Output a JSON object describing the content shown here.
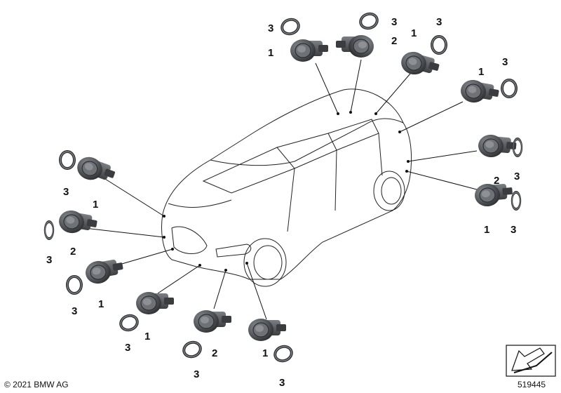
{
  "diagram": {
    "callout_1": "1",
    "callout_2": "2",
    "callout_3": "3",
    "copyright": "© 2021 BMW AG",
    "diagram_number": "519445",
    "parts": [
      {
        "callout": "1",
        "part": "ultrasonic-sensor"
      },
      {
        "callout": "2",
        "part": "ultrasonic-sensor-variant"
      },
      {
        "callout": "3",
        "part": "decoupling-ring"
      }
    ],
    "colors": {
      "part_fill": "#5a5d61",
      "part_dark": "#3a3c3f",
      "line": "#111111"
    }
  }
}
